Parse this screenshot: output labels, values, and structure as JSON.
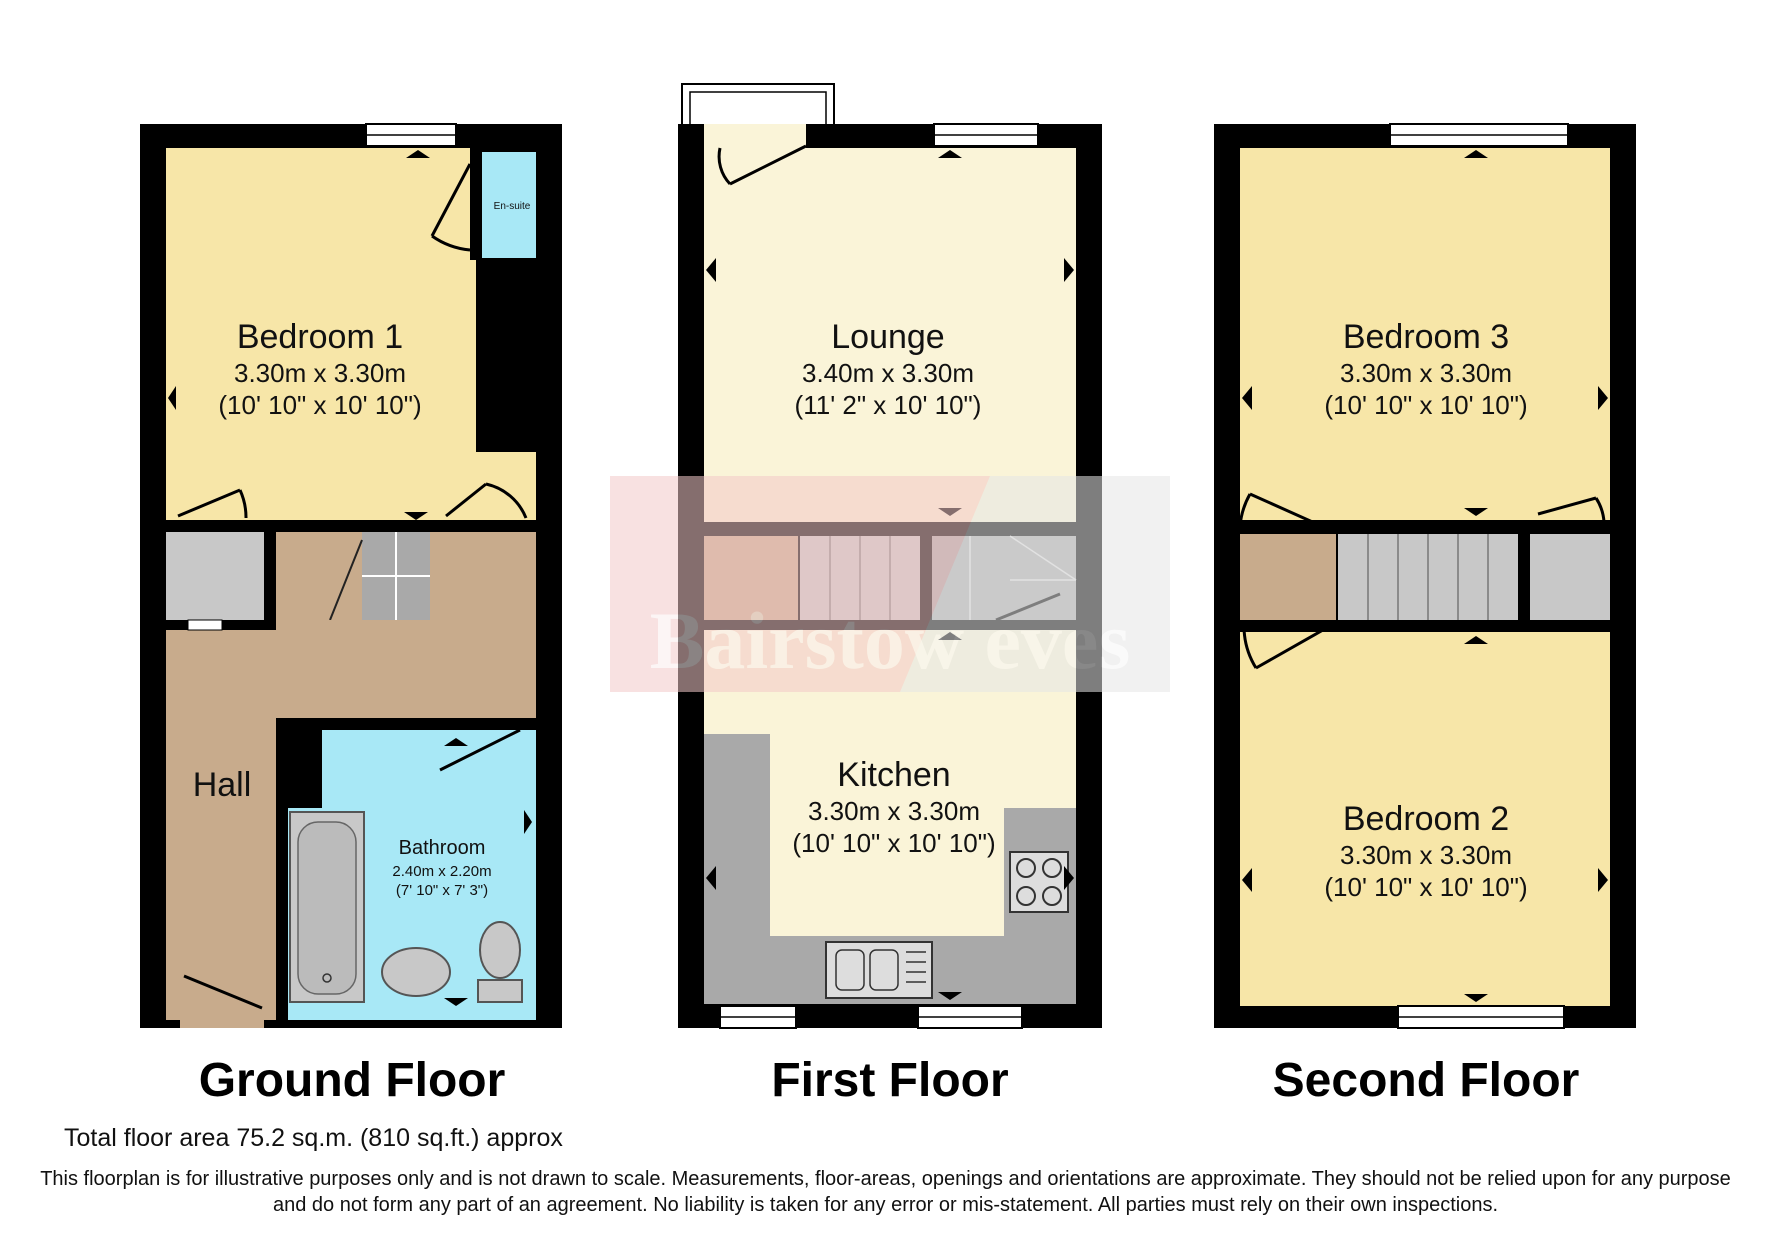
{
  "floors": {
    "ground": {
      "title": "Ground Floor",
      "bedroom1": {
        "name": "Bedroom 1",
        "dim_m": "3.30m x 3.30m",
        "dim_ft": "(10' 10\" x 10' 10\")"
      },
      "ensuite": {
        "name": "En-suite"
      },
      "hall": {
        "name": "Hall"
      },
      "bathroom": {
        "name": "Bathroom",
        "dim_m": "2.40m x 2.20m",
        "dim_ft": "(7' 10\" x 7' 3\")"
      }
    },
    "first": {
      "title": "First Floor",
      "lounge": {
        "name": "Lounge",
        "dim_m": "3.40m x 3.30m",
        "dim_ft": "(11' 2\" x 10' 10\")"
      },
      "kitchen": {
        "name": "Kitchen",
        "dim_m": "3.30m x 3.30m",
        "dim_ft": "(10' 10\" x 10' 10\")"
      }
    },
    "second": {
      "title": "Second Floor",
      "bedroom3": {
        "name": "Bedroom 3",
        "dim_m": "3.30m x 3.30m",
        "dim_ft": "(10' 10\" x 10' 10\")"
      },
      "bedroom2": {
        "name": "Bedroom 2",
        "dim_m": "3.30m x 3.30m",
        "dim_ft": "(10' 10\" x 10' 10\")"
      }
    }
  },
  "watermark": "Bairstow eves",
  "total_area": "Total floor area 75.2 sq.m. (810 sq.ft.) approx",
  "disclaimer": "This floorplan is for illustrative purposes only and is not drawn to scale. Measurements, floor-areas, openings and orientations are approximate. They should not be relied upon for any purpose and do not form any part of an agreement. No liability is taken for any error or mis-statement. All parties must rely on their own inspections.",
  "colors": {
    "wall": "#000000",
    "bedroom": "#f7e6a8",
    "lounge": "#faf4d8",
    "ensuite": "#a8e8f6",
    "hall": "#c8ab8c",
    "kitchen_counter": "#a9a9a9",
    "cupboard": "#c8c8c8",
    "watermark_bg": "#f3c9c9"
  }
}
